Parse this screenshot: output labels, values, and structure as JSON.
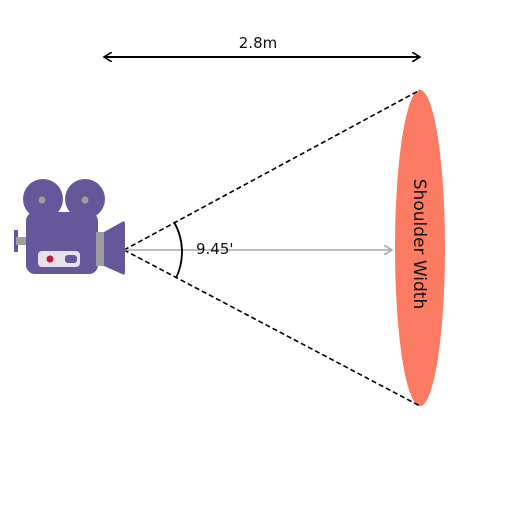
{
  "distance_label": "2.8m",
  "angle_label": "9.45'",
  "target_label": "Shoulder Width",
  "icons": {
    "camera": "video-camera-icon"
  },
  "colors": {
    "camera_body": "#66579a",
    "camera_lens": "#9e9e9e",
    "camera_panel": "#e6e1ec",
    "camera_record_dot": "#c8143c",
    "target_ellipse": "#fb7b63",
    "center_arrow": "#aaaaaa",
    "line": "#000000"
  }
}
